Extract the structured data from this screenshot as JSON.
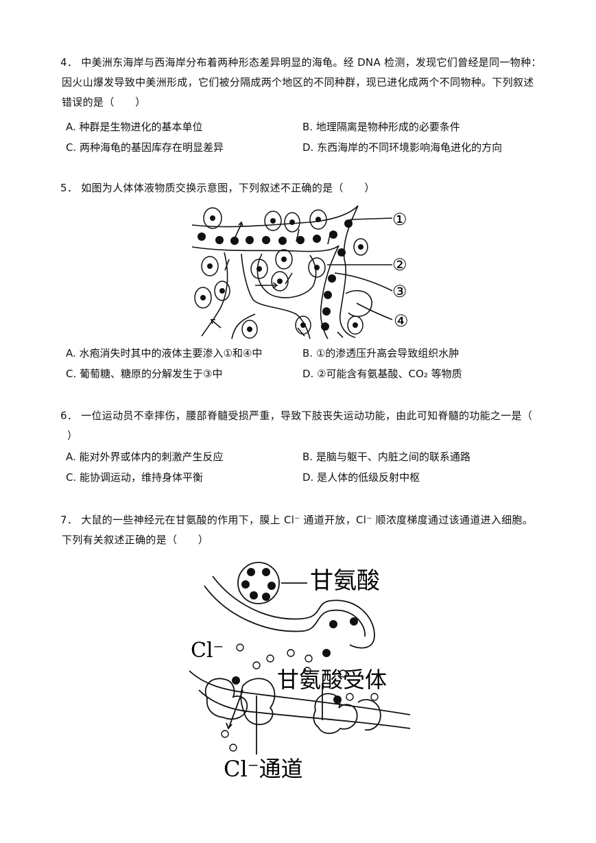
{
  "q4": {
    "stem": [
      "4． 中美洲东海岸与西海岸分布着两种形态差异明显的海龟。经 DNA 检测，发现它们曾经是同一物种：",
      "因火山爆发导致中美洲形成，它们被分隔成两个地区的不同种群，现已进化成两个不同物种。下列叙述",
      "错误的是（　　）"
    ],
    "options": {
      "A": "A. 种群是生物进化的基本单位",
      "B": "B. 地理隔离是物种形成的必要条件",
      "C": "C. 两种海龟的基因库存在明显差异",
      "D": "D. 东西海岸的不同环境影响海龟进化的方向"
    }
  },
  "q5": {
    "stem": [
      "5． 如图为人体体液物质交换示意图，下列叙述不正确的是（　　）"
    ],
    "figure_labels": [
      "①",
      "②",
      "③",
      "④"
    ],
    "options": {
      "A": "A. 水疱消失时其中的液体主要渗入①和④中",
      "B": "B. ①的渗透压升高会导致组织水肿",
      "C": "C. 葡萄糖、糖原的分解发生于③中",
      "D": "D. ②可能含有氨基酸、CO₂ 等物质"
    }
  },
  "q6": {
    "stem": [
      "6． 一位运动员不幸摔伤，腰部脊髓受损严重，导致下肢丧失运动功能，由此可知脊髓的功能之一是（",
      "）"
    ],
    "options": {
      "A": "A. 能对外界或体内的刺激产生反应",
      "B": "B. 是脑与躯干、内脏之间的联系通路",
      "C": "C. 能协调运动，维持身体平衡",
      "D": "D. 是人体的低级反射中枢"
    }
  },
  "q7": {
    "stem": [
      "7． 大鼠的一些神经元在甘氨酸的作用下，膜上 Cl⁻ 通道开放，Cl⁻ 顺浓度梯度通过该通道进入细胞。",
      "下列有关叙述正确的是（　　）"
    ],
    "figure_labels": {
      "glycine": "甘氨酸",
      "chloride": "Cl⁻",
      "receptor": "甘氨酸受体",
      "channel": "Cl⁻通道"
    }
  }
}
